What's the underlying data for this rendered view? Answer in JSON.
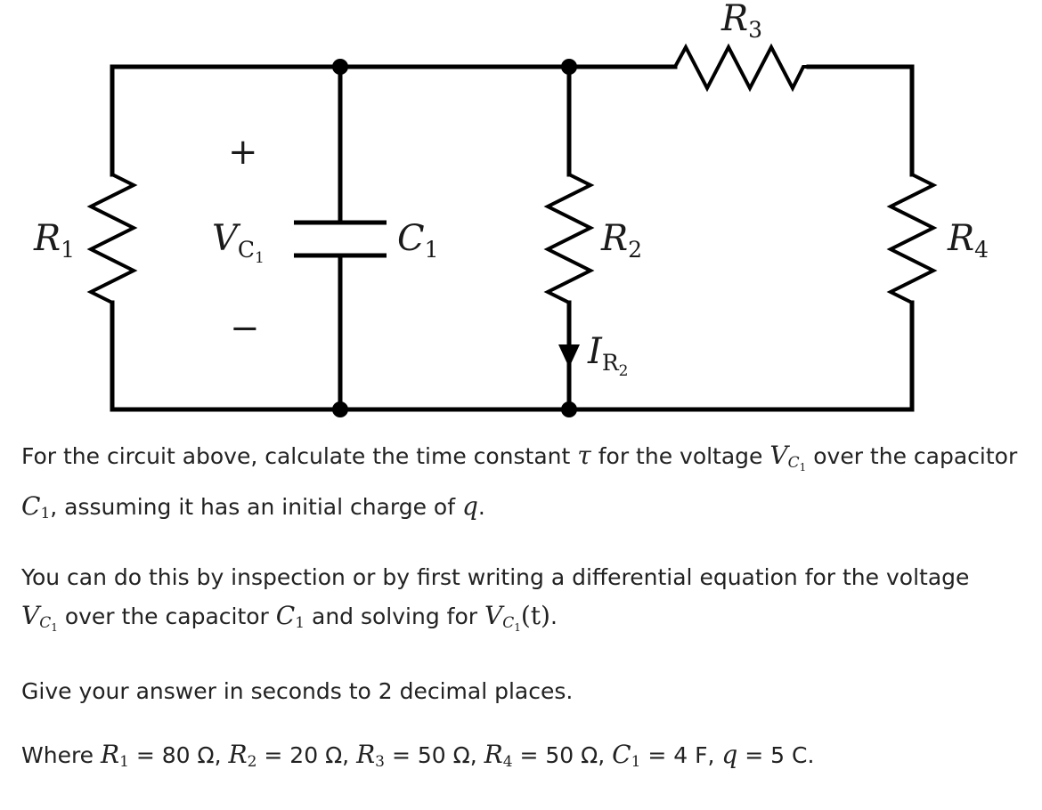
{
  "circuit": {
    "labels": {
      "r1": {
        "main": "R",
        "sub": "1"
      },
      "r2": {
        "main": "R",
        "sub": "2"
      },
      "r3": {
        "main": "R",
        "sub": "3"
      },
      "r4": {
        "main": "R",
        "sub": "4"
      },
      "c1": {
        "main": "C",
        "sub": "1"
      },
      "vc1": {
        "main": "V",
        "sub": "C",
        "subsub": "1"
      },
      "ir2": {
        "main": "I",
        "sub": "R",
        "subsub": "2"
      },
      "plus": "+",
      "minus": "−"
    }
  },
  "problem": {
    "p1": {
      "a": "For the circuit above, calculate the time constant ",
      "tau": "τ",
      "b": " for the voltage ",
      "v_main": "V",
      "v_sub": "C",
      "v_subsub": "1",
      "c": " over the capacitor ",
      "c_main": "C",
      "c_sub": "1",
      "d": ", assuming it has an initial charge of ",
      "q": "q",
      "e": "."
    },
    "p2": {
      "a": "You can do this by inspection or by first writing a differential equation for the voltage ",
      "v_main": "V",
      "v_sub": "C",
      "v_subsub": "1",
      "b": " over the capacitor ",
      "c_main": "C",
      "c_sub": "1",
      "c": " and solving for ",
      "vt_main": "V",
      "vt_sub": "C",
      "vt_subsub": "1",
      "vt_arg": "(t)",
      "d": "."
    },
    "p3": "Give your answer in seconds to 2 decimal places.",
    "p4": {
      "prefix": "Where ",
      "values": [
        {
          "sym": "R",
          "sub": "1",
          "val": " = 80 Ω",
          "sep": ", "
        },
        {
          "sym": "R",
          "sub": "2",
          "val": " = 20 Ω",
          "sep": ", "
        },
        {
          "sym": "R",
          "sub": "3",
          "val": " = 50 Ω",
          "sep": ", "
        },
        {
          "sym": "R",
          "sub": "4",
          "val": " = 50 Ω",
          "sep": ", "
        },
        {
          "sym": "C",
          "sub": "1",
          "val": " = 4 F",
          "sep": ", "
        },
        {
          "sym": "q",
          "sub": "",
          "val": " = 5 C",
          "sep": "."
        }
      ]
    }
  }
}
